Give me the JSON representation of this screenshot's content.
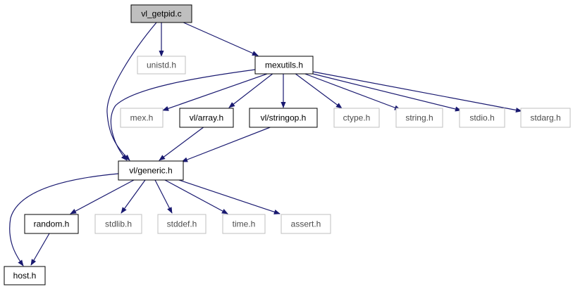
{
  "colors": {
    "edge": "#191970",
    "node_solid": "#000000",
    "node_light": "#bfbfbf",
    "node_focus_fill": "#bfbfbf",
    "text_solid": "#000000",
    "text_light": "#4d4d4d"
  },
  "nodes": {
    "vl_getpid_c": "vl_getpid.c",
    "unistd_h": "unistd.h",
    "mexutils_h": "mexutils.h",
    "mex_h": "mex.h",
    "vl_array_h": "vl/array.h",
    "vl_stringop_h": "vl/stringop.h",
    "ctype_h": "ctype.h",
    "string_h": "string.h",
    "stdio_h": "stdio.h",
    "stdarg_h": "stdarg.h",
    "vl_generic_h": "vl/generic.h",
    "random_h": "random.h",
    "stdlib_h": "stdlib.h",
    "stddef_h": "stddef.h",
    "time_h": "time.h",
    "assert_h": "assert.h",
    "host_h": "host.h"
  },
  "edges": [
    [
      "vl_getpid_c",
      "unistd_h"
    ],
    [
      "vl_getpid_c",
      "mexutils_h"
    ],
    [
      "vl_getpid_c",
      "vl_generic_h"
    ],
    [
      "mexutils_h",
      "mex_h"
    ],
    [
      "mexutils_h",
      "vl_array_h"
    ],
    [
      "mexutils_h",
      "vl_stringop_h"
    ],
    [
      "mexutils_h",
      "ctype_h"
    ],
    [
      "mexutils_h",
      "string_h"
    ],
    [
      "mexutils_h",
      "stdio_h"
    ],
    [
      "mexutils_h",
      "stdarg_h"
    ],
    [
      "mexutils_h",
      "vl_generic_h"
    ],
    [
      "vl_array_h",
      "vl_generic_h"
    ],
    [
      "vl_stringop_h",
      "vl_generic_h"
    ],
    [
      "vl_generic_h",
      "random_h"
    ],
    [
      "vl_generic_h",
      "stdlib_h"
    ],
    [
      "vl_generic_h",
      "stddef_h"
    ],
    [
      "vl_generic_h",
      "time_h"
    ],
    [
      "vl_generic_h",
      "assert_h"
    ],
    [
      "vl_generic_h",
      "host_h"
    ],
    [
      "random_h",
      "host_h"
    ]
  ]
}
